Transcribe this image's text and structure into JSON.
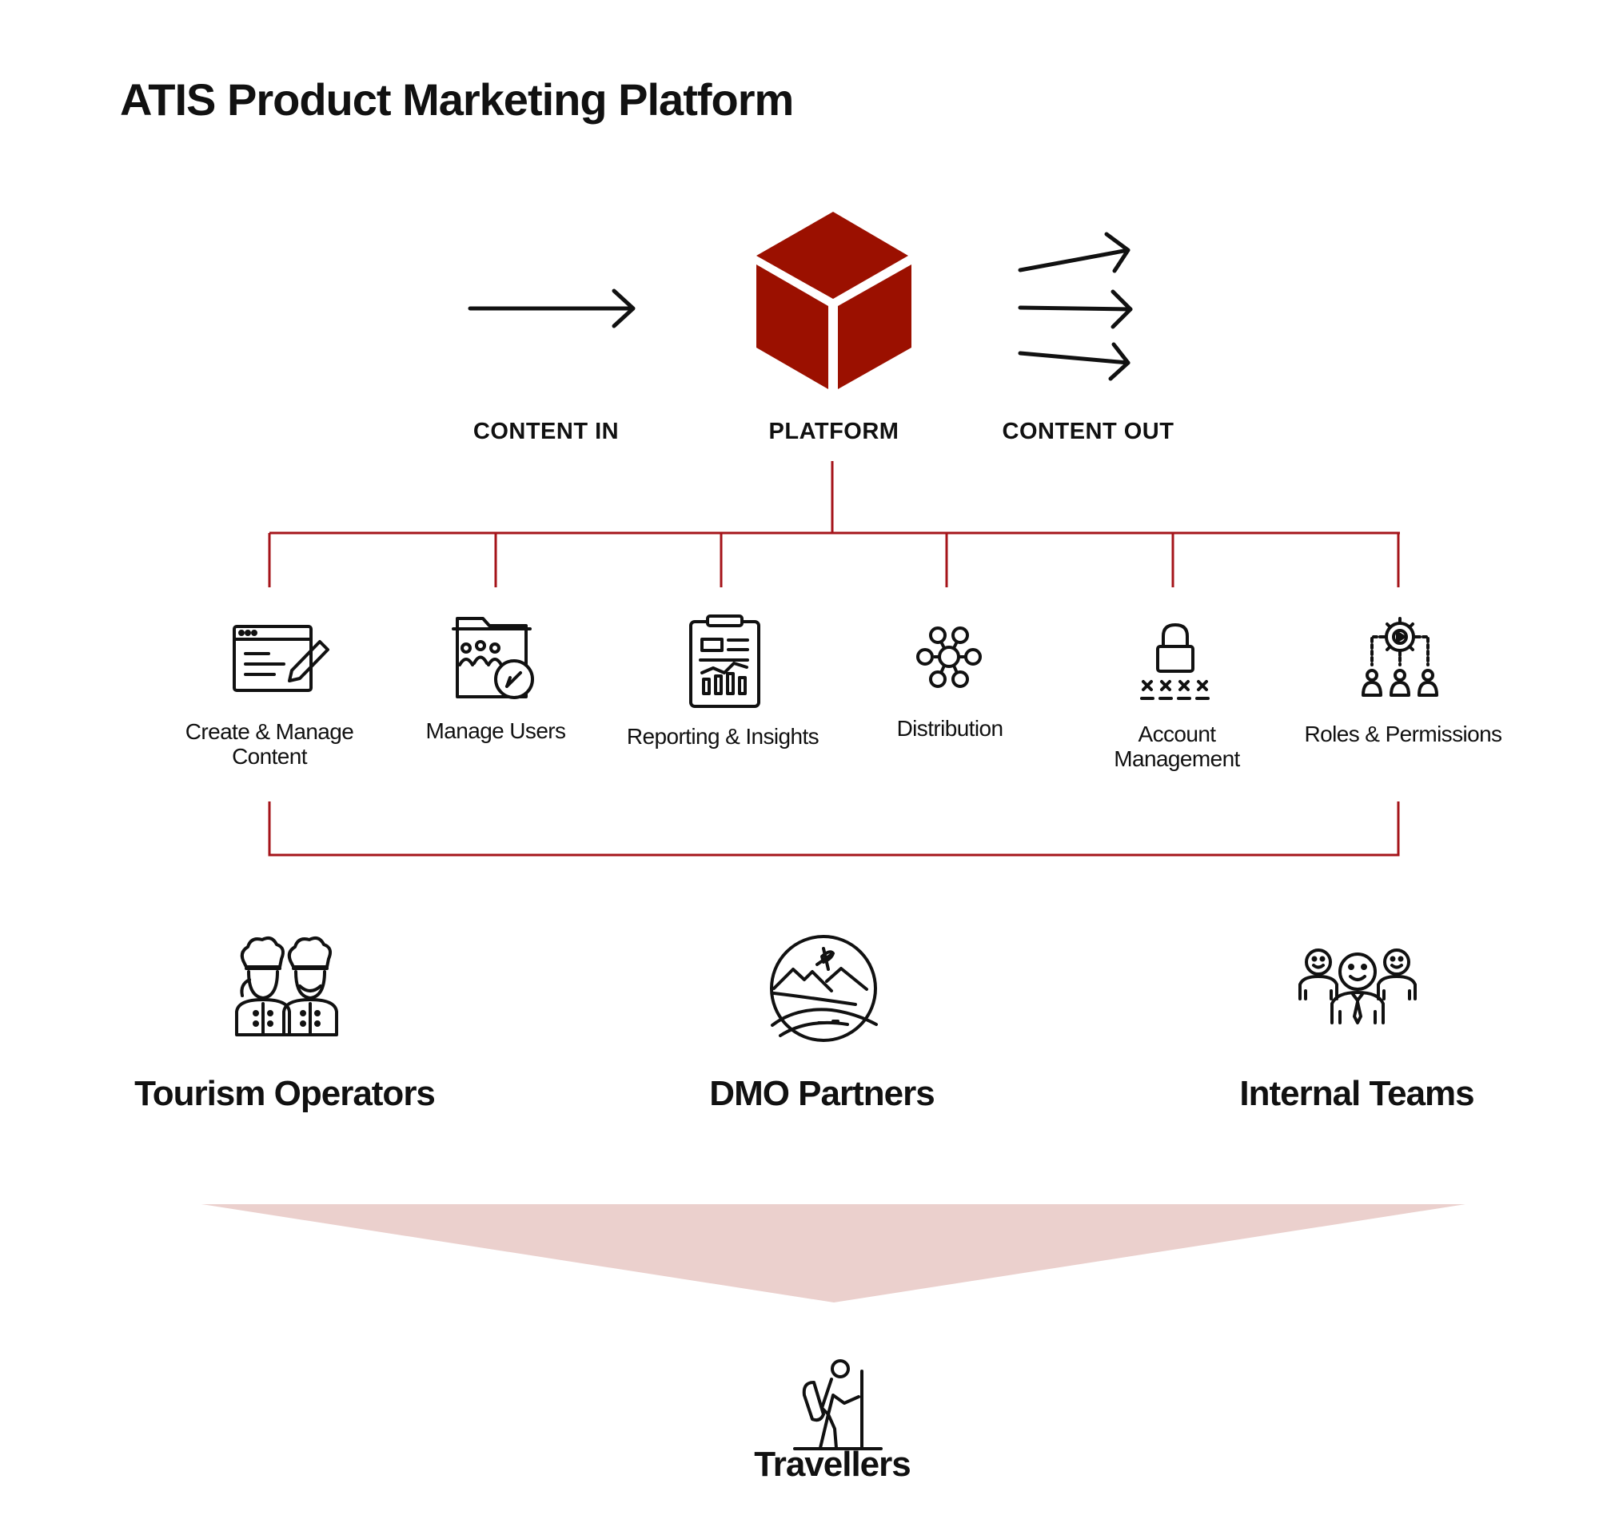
{
  "title": "ATIS Product Marketing Platform",
  "accent_color": "#9b1000",
  "connector_color": "#a5141a",
  "funnel_color": "#ebd0cd",
  "flow": {
    "content_in": "CONTENT IN",
    "platform": "PLATFORM",
    "content_out": "CONTENT OUT"
  },
  "features": [
    {
      "label": "Create & Manage Content",
      "icon": "browser-edit-icon"
    },
    {
      "label": "Manage Users",
      "icon": "user-folder-icon"
    },
    {
      "label": "Reporting & Insights",
      "icon": "report-clipboard-icon"
    },
    {
      "label": "Distribution",
      "icon": "network-hub-icon"
    },
    {
      "label": "Account Management",
      "icon": "lock-password-icon"
    },
    {
      "label": "Roles & Permissions",
      "icon": "gear-team-icon"
    }
  ],
  "audiences": [
    {
      "label": "Tourism Operators",
      "icon": "chefs-icon"
    },
    {
      "label": "DMO Partners",
      "icon": "travel-landscape-icon"
    },
    {
      "label": "Internal Teams",
      "icon": "team-people-icon"
    }
  ],
  "travellers": {
    "label": "Travellers",
    "icon": "hiker-icon"
  }
}
